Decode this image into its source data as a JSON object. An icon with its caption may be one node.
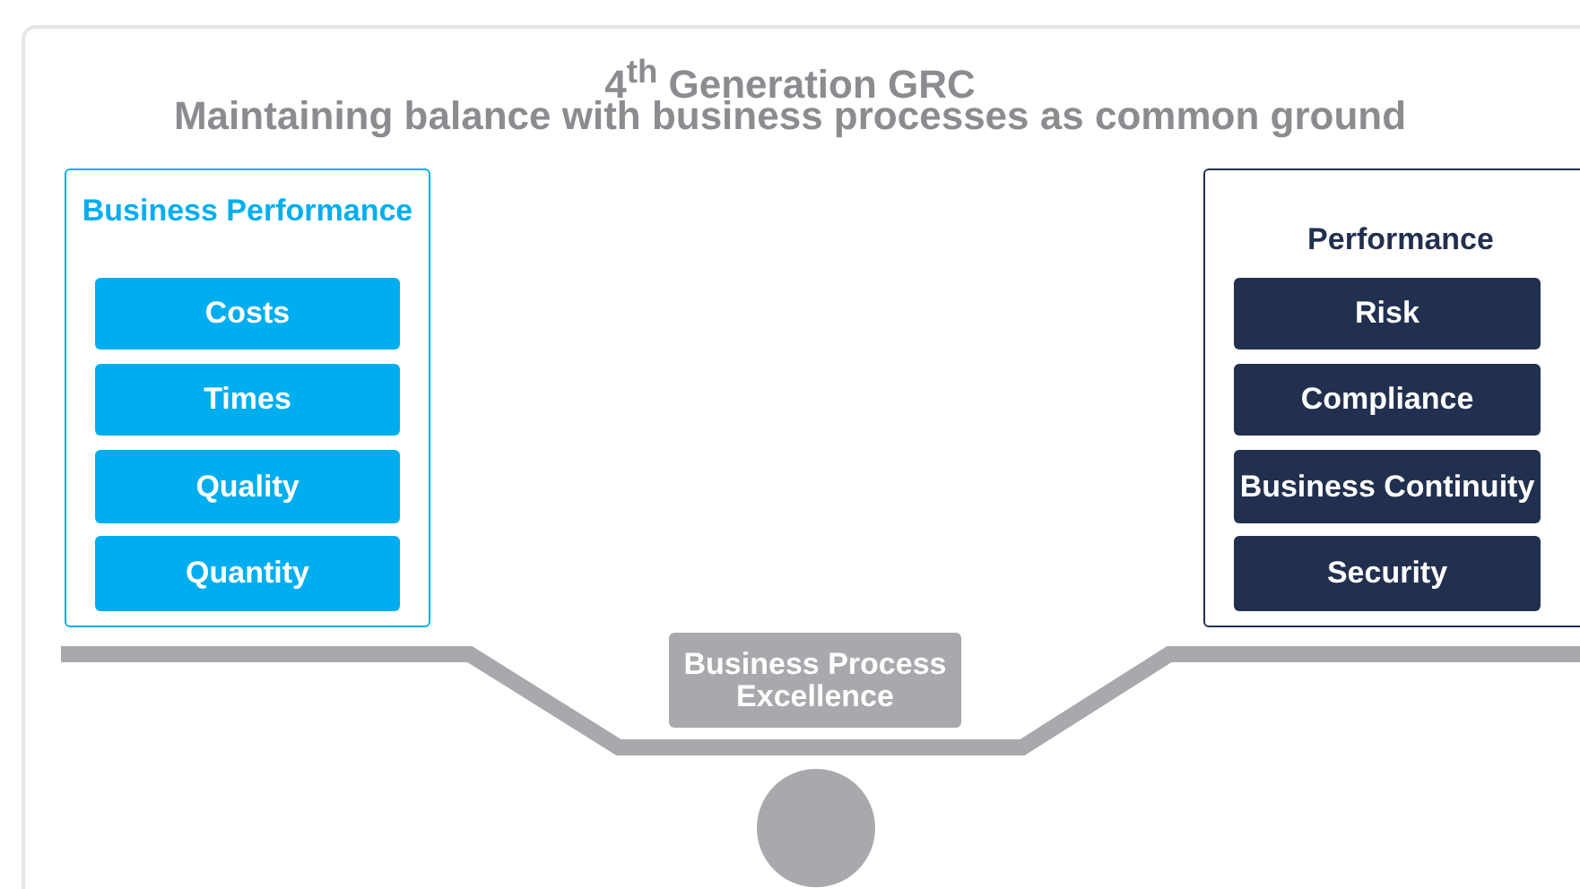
{
  "diagram": {
    "title": "4$^{th}$ Generation GRC",
    "nodes": [
      {
        "text": [
          "Business Performance"
        ]
      },
      {
        "text": [
          "Costs"
        ],
        "in": 0
      },
      {
        "text": [
          "Times"
        ],
        "in": 0
      },
      {
        "text": [
          "Quality"
        ],
        "in": 0
      },
      {
        "text": [
          "Quantity"
        ],
        "in": 0
      },
      {
        "text": [
          "Performance"
        ]
      },
      {
        "text": [
          "Risk"
        ],
        "in": 5
      },
      {
        "text": [
          "Compliance"
        ],
        "in": 5
      },
      {
        "text": [
          "Business Continuity"
        ],
        "in": 5
      },
      {
        "text": [
          "Security"
        ],
        "in": 5
      },
      {
        "text": [
          "Business Process Excellence"
        ]
      }
    ],
    "labels": [
      "Maintaining balance with business processes as common ground"
    ]
  }
}
